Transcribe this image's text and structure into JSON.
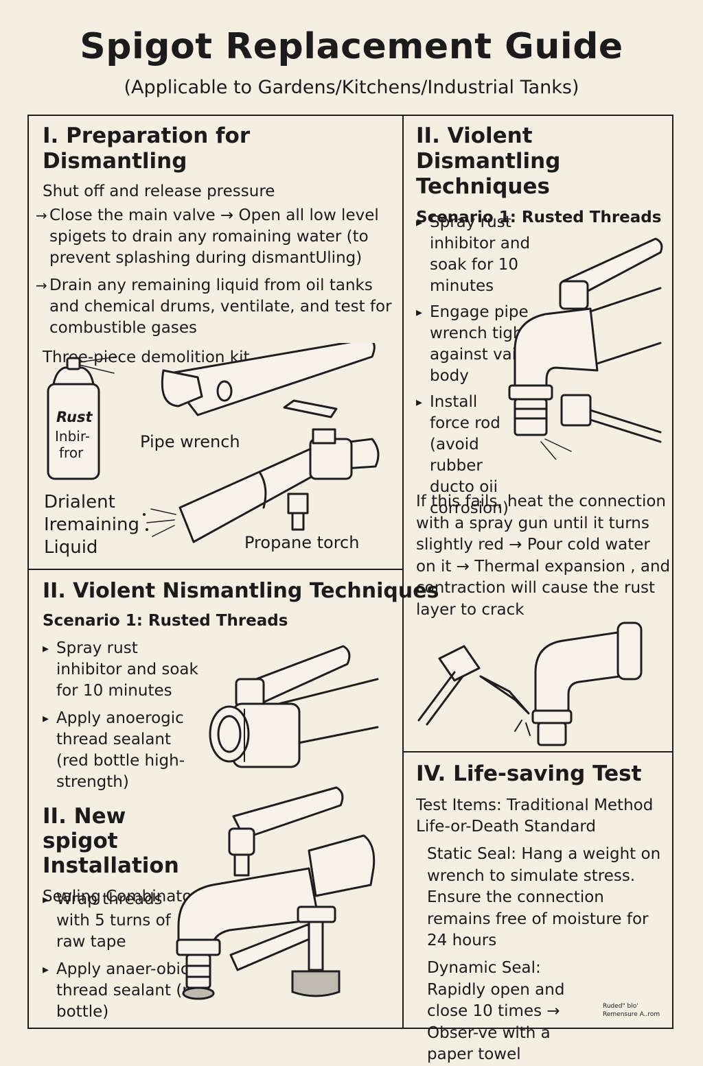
{
  "header": {
    "title": "Spigot Replacement Guide",
    "subtitle": "(Applicable to Gardens/Kitchens/Industrial Tanks)"
  },
  "section1": {
    "heading": "I. Preparation for Dismantling",
    "subheading": "Shut off and release pressure",
    "items": [
      "Close the main valve → Open all low level spigets to drain any romaining water (to prevent splashing during dismantUling)",
      "Drain any remaining liquid from oil tanks and chemical drums, ventilate, and test for combustible gases"
    ],
    "kit_label": "Three-piece demolition kit",
    "can_text": [
      "Rust",
      "Inbir-",
      "fror"
    ],
    "pipe_wrench_label": "Pipe wrench",
    "drain_label": "Drialent Iremaining Liquid",
    "torch_label": "Propane torch"
  },
  "section2_right": {
    "heading": "II. Violent Dismantling Techniques",
    "scenario": "Scenario 1: Rusted Threads",
    "items": [
      "Spray rust inhibitor and soak for 10 minutes",
      "Engage pipe wrench tighity against vaive body",
      "Install force rod (avoid rubber ducto oii corrosion)"
    ],
    "paragraph": "If this fails, heat the connection with a spray gun until it turns slightly red → Pour cold water on it → Thermal expansion , and contraction will cause the rust layer to crack"
  },
  "section2_left": {
    "heading": "II. Violent Nismantling Techniques",
    "scenario": "Scenario 1: Rusted Threads",
    "items": [
      "Spray rust inhibitor and soak for 10 minutes",
      "Apply anoerogic thread sealant (red bottle high-strength)"
    ]
  },
  "section3": {
    "heading": "II. New spigot Installation",
    "subheading": "Sealing Combinaton",
    "items": [
      "Wrap threads with 5 turns of raw tape",
      "Apply anaer-obic thread sealant (red bottle)"
    ]
  },
  "section4": {
    "heading": "IV. Life-saving Test",
    "test_items": "Test Items: Traditional Method Life-or-Death Standard",
    "static_seal": "Static Seal: Hang a weight on wrench to simulate stress. Ensure the connection remains free of moisture for 24 hours",
    "dynamic_seal": "Dynamic Seal: Rapidly open and close 10 times → Obser-ve with a paper towel",
    "footnote": [
      "Ruded\" blo'",
      "Remensure A..rom"
    ]
  }
}
